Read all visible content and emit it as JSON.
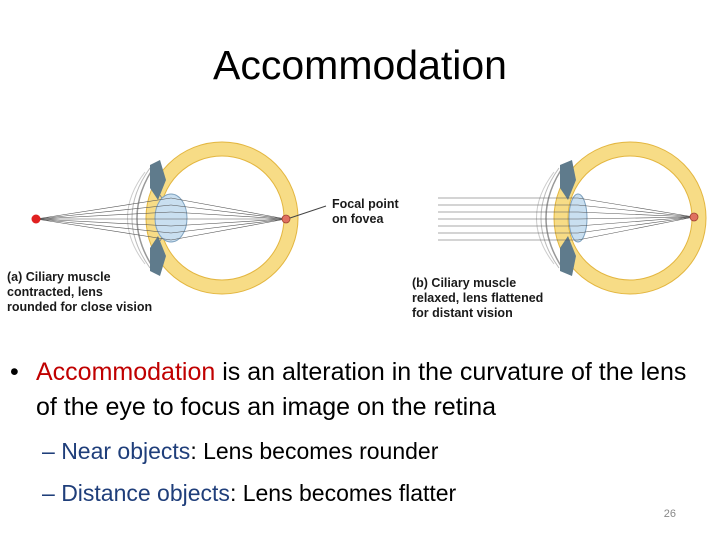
{
  "slide": {
    "title": "Accommodation",
    "page_number": "26"
  },
  "figure": {
    "panel_a": {
      "label_line1": "(a) Ciliary muscle",
      "label_line2": "contracted, lens",
      "label_line3": "rounded for close vision"
    },
    "panel_b": {
      "label_line1": "(b) Ciliary muscle",
      "label_line2": "relaxed, lens flattened",
      "label_line3": "for distant vision"
    },
    "focal_label_line1": "Focal point",
    "focal_label_line2": "on fovea",
    "colors": {
      "sclera": "#f7dc86",
      "sclera_stroke": "#e3b640",
      "lens": "#c9dff0",
      "ciliary": "#5f7b8c",
      "focal_point": "#e07060",
      "object_point": "#e02020"
    }
  },
  "bullet": {
    "term": "Accommodation",
    "rest": " is an alteration in the curvature of the lens of the eye to focus an image on the retina"
  },
  "sub_items": [
    {
      "dash": "– ",
      "term": "Near objects",
      "colon": ":",
      "rest": " Lens becomes rounder"
    },
    {
      "dash": "– ",
      "term": "Distance objects",
      "colon": ":",
      "rest": " Lens becomes flatter"
    }
  ]
}
